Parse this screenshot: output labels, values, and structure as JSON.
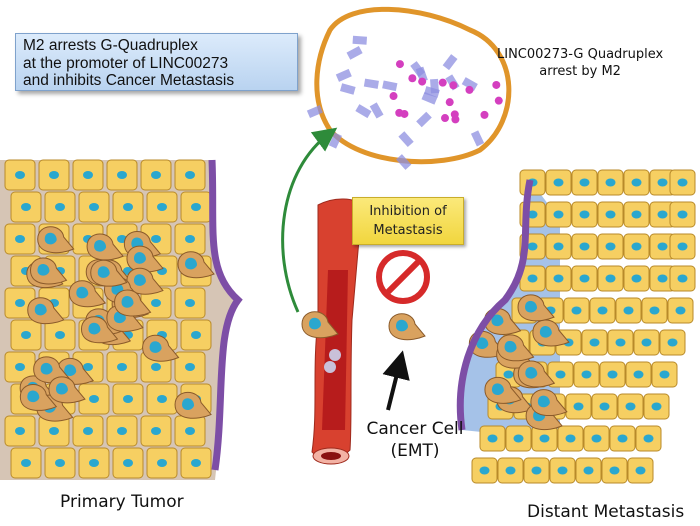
{
  "title_box": {
    "lines": [
      "M2 arrests G-Quadruplex",
      "at the promoter of LINC00273",
      "and inhibits Cancer Metastasis"
    ]
  },
  "quadruplex_label": {
    "lines": [
      "LINC00273-G Quadruplex",
      "arrest by M2"
    ]
  },
  "inhibition_box": {
    "lines": [
      "Inhibition of",
      "Metastasis"
    ]
  },
  "cancer_cell_label": {
    "lines": [
      "Cancer Cell",
      "(EMT)"
    ]
  },
  "primary_tumor_label": "Primary Tumor",
  "distant_metastasis_label": "Distant Metastasis",
  "colors": {
    "title_box_bg": "#c9def5",
    "inhibition_box_bg": "#f5dd52",
    "normal_cell": "#f6cf62",
    "nucleus": "#2aa7cf",
    "tumor_cell": "#d9a25f",
    "membrane": "#7d4ea6",
    "vessel": "#d8412f",
    "arrow_green": "#2e8b3a",
    "no_sign": "#d62a2a"
  }
}
